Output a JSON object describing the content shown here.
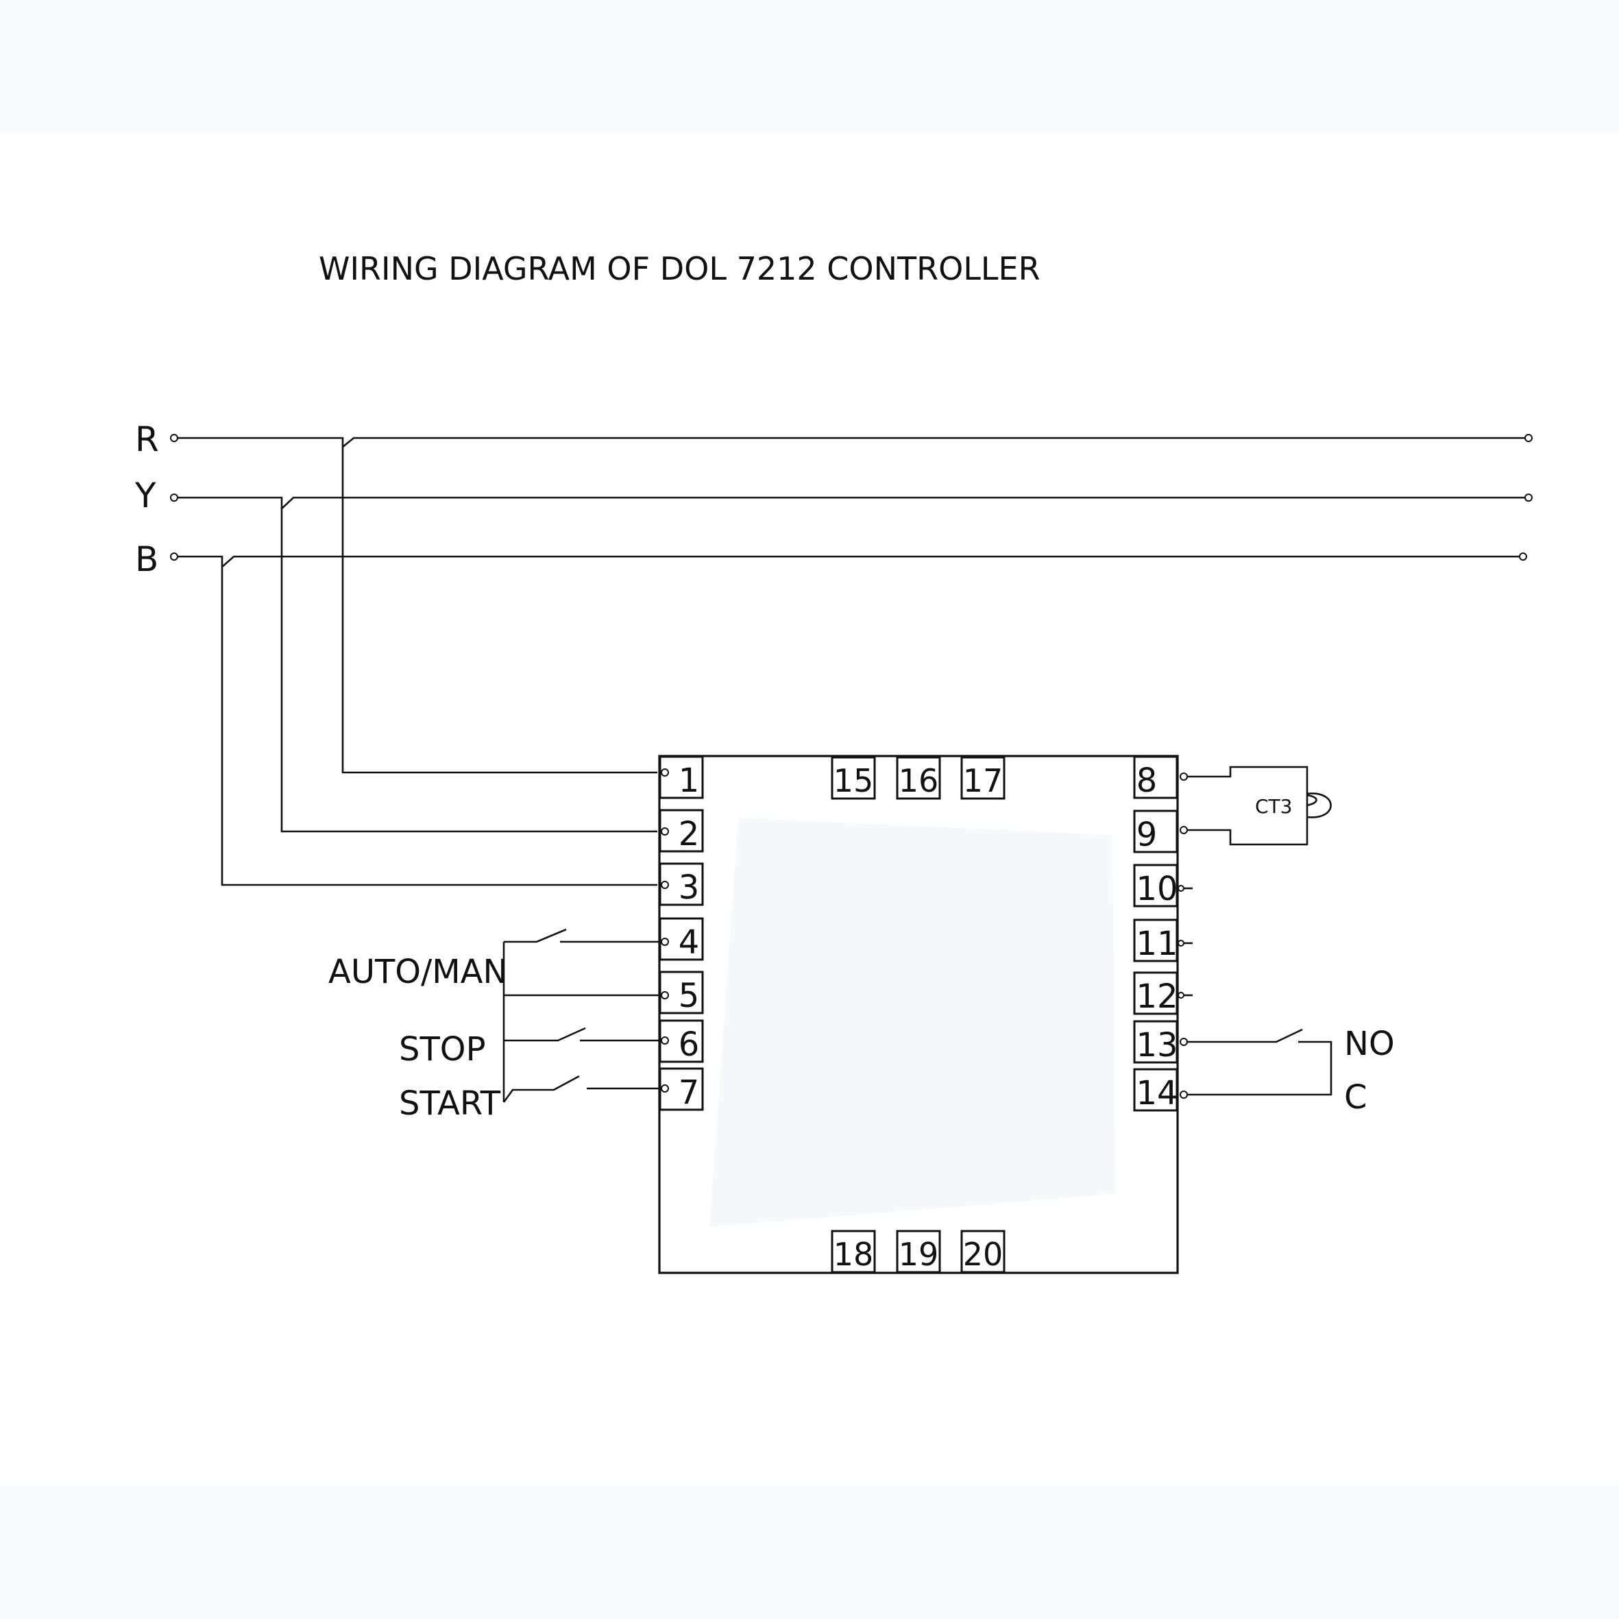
{
  "title": "WIRING DIAGRAM OF DOL 7212  CONTROLLER",
  "phases": [
    "R",
    "Y",
    "B"
  ],
  "terminals": [
    "1",
    "2",
    "3",
    "4",
    "5",
    "6",
    "7",
    "8",
    "9",
    "10",
    "11",
    "12",
    "13",
    "14",
    "15",
    "16",
    "17",
    "18",
    "19",
    "20"
  ],
  "switch_labels": {
    "auto_man": "AUTO/MAN",
    "stop": "STOP",
    "start": "START"
  },
  "ct_label": "CT3",
  "relay_labels": {
    "no": "NO",
    "c": "C"
  },
  "colors": {
    "line": "#111111",
    "background": "#ffffff",
    "band": "#f8fbfd",
    "inner_panel": "#f6f9fc"
  }
}
